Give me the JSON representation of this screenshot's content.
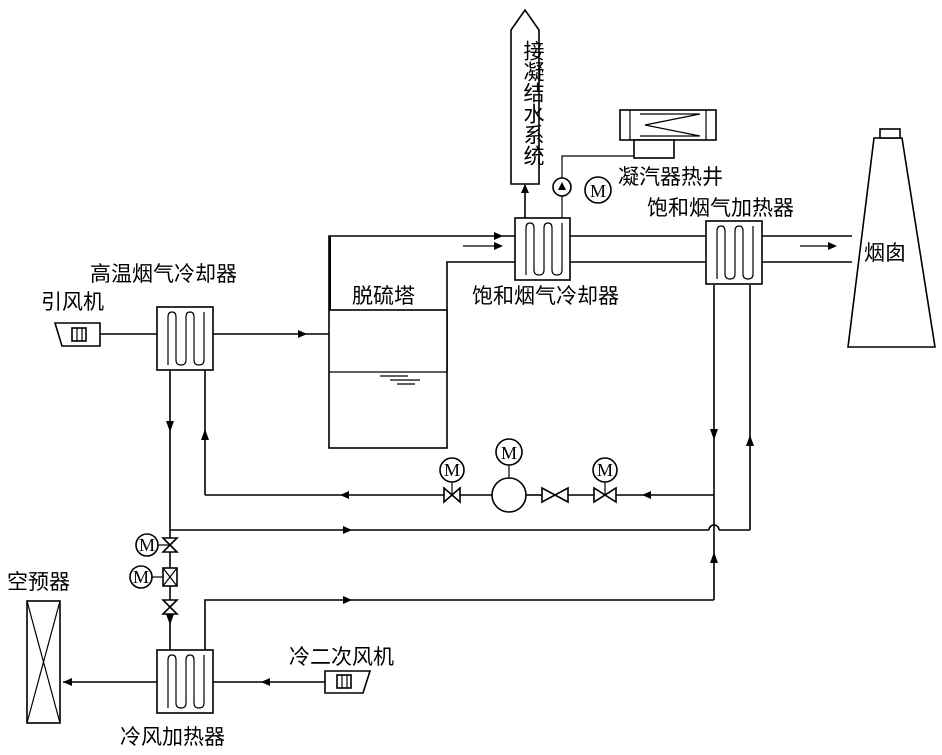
{
  "labels": {
    "induced_fan": "引风机",
    "high_temp_cooler": "高温烟气冷却器",
    "desulfurization_tower": "脱硫塔",
    "condensate_system": "接凝结水系统",
    "condenser_hotwell": "凝汽器热井",
    "saturated_heater": "饱和烟气加热器",
    "saturated_cooler": "饱和烟气冷却器",
    "chimney": "烟囱",
    "air_preheater": "空预器",
    "cold_secondary_fan": "冷二次风机",
    "cold_air_heater": "冷风加热器"
  },
  "motor_symbol": "M",
  "colors": {
    "line": "#000000",
    "background": "#ffffff"
  }
}
